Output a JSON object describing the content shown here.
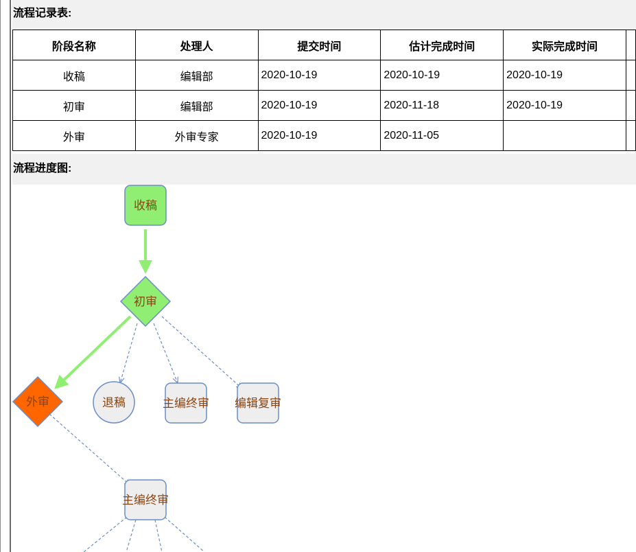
{
  "record_section": {
    "title": "流程记录表:"
  },
  "table": {
    "headers": [
      "阶段名称",
      "处理人",
      "提交时间",
      "估计完成时间",
      "实际完成时间"
    ],
    "rows": [
      [
        "收稿",
        "编辑部",
        "2020-10-19",
        "2020-10-19",
        "2020-10-19"
      ],
      [
        "初审",
        "编辑部",
        "2020-10-19",
        "2020-11-18",
        "2020-10-19"
      ],
      [
        "外审",
        "外审专家",
        "2020-10-19",
        "2020-11-05",
        ""
      ]
    ]
  },
  "progress_section": {
    "title": "流程进度图:"
  },
  "diagram": {
    "colors": {
      "done_fill": "#90ee73",
      "current_fill": "#ff6600",
      "pending_fill": "#eeeeee",
      "node_stroke": "#6b8cc7",
      "done_edge": "#90ee73",
      "pending_edge": "#6b8cc7",
      "label": "#8b4513"
    },
    "nodes": [
      {
        "id": "n1",
        "label": "收稿",
        "shape": "rounded-rect",
        "status": "done"
      },
      {
        "id": "n2",
        "label": "初审",
        "shape": "diamond",
        "status": "done"
      },
      {
        "id": "n3",
        "label": "外审",
        "shape": "diamond",
        "status": "current"
      },
      {
        "id": "n4",
        "label": "退稿",
        "shape": "circle",
        "status": "pending"
      },
      {
        "id": "n5",
        "label": "主编终审",
        "shape": "rounded-rect",
        "status": "pending"
      },
      {
        "id": "n6",
        "label": "编辑复审",
        "shape": "rounded-rect",
        "status": "pending"
      },
      {
        "id": "n7",
        "label": "主编终审",
        "shape": "rounded-rect",
        "status": "pending"
      }
    ],
    "edges": [
      {
        "from": "n1",
        "to": "n2",
        "status": "done"
      },
      {
        "from": "n2",
        "to": "n3",
        "status": "done"
      },
      {
        "from": "n2",
        "to": "n4",
        "status": "pending"
      },
      {
        "from": "n2",
        "to": "n5",
        "status": "pending"
      },
      {
        "from": "n2",
        "to": "n6",
        "status": "pending"
      },
      {
        "from": "n3",
        "to": "n7",
        "status": "pending"
      }
    ]
  }
}
